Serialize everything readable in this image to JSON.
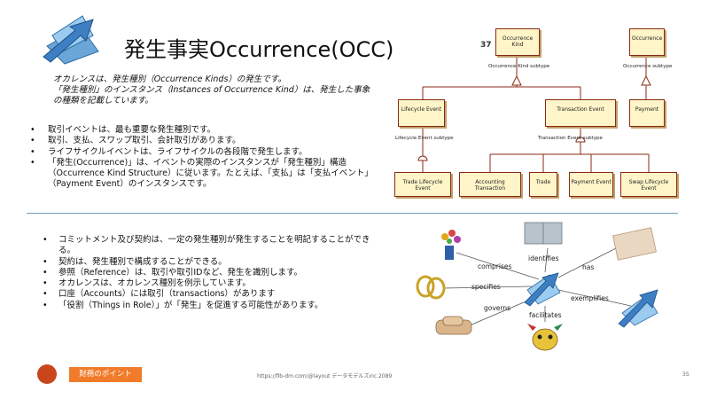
{
  "slide": {
    "title": "発生事実Occurrence(OCC)",
    "intro_line1": "オカレンスは、発生種別（Occurrence Kinds）の発生です。",
    "intro_line2": "「発生種別」のインスタンス（Instances of Occurrence Kind）は、発生した事象",
    "intro_line3": "の種類を記載しています。",
    "bullets_top": [
      "取引イベントは、最も重要な発生種別です。",
      "取引、支払、スワップ取引、会計取引があります。",
      "ライフサイクルイベントは、ライフサイクルの各段階で発生します。",
      "「発生(Occurrence)」は、イベントの実際のインスタンスが「発生種別」構造（Occurrence Kind Structure）に従います。たとえば、「支払」は「支払イベント」（Payment Event）のインスタンスです。"
    ],
    "bullets_bottom": [
      "コミットメント及び契約は、一定の発生種別が発生することを明記することができる。",
      "契約は、発生種別で構成することができる。",
      "参照（Reference）は、取引や取引IDなど、発生を識別します。",
      "オカレンスは、オカレンス種別を例示しています。",
      "口座（Accounts）には取引（transactions）があります",
      "「役割（Things in Role）」が「発生」を促進する可能性があります。"
    ]
  },
  "uml": {
    "marker": "37",
    "boxes": {
      "occurrence_kind": "Occurrence Kind",
      "occurrence": "Occurrence",
      "lifecycle_event": "Lifecycle Event",
      "transaction_event": "Transaction Event",
      "payment": "Payment",
      "trade_lifecycle_event": "Trade Lifecycle Event",
      "accounting_transaction": "Accounting Transaction",
      "trade": "Trade",
      "payment_event": "Payment Event",
      "swap_lifecycle_event": "Swap Lifecycle Event"
    },
    "labels": {
      "occ_kind_subtype": "Occurrence Kind subtype",
      "occ_subtype": "Occurrence subtype",
      "lifecycle_subtype": "Lifecycle Event subtype",
      "transaction_subtype": "Transaction Event subtype"
    }
  },
  "concept_map": {
    "labels": {
      "comprises": "comprises",
      "identifies": "identifies",
      "has": "has",
      "specifies": "specifies",
      "exemplifies": "exemplifies",
      "governs": "governs",
      "facilitates": "facilitates"
    }
  },
  "footer": {
    "badge": "財務のポイント",
    "url": "https://fib-dm.com/@layout データモデルズinc.2089",
    "page": "35"
  },
  "colors": {
    "uml_fill": "#fff5c8",
    "uml_border": "#8a2a16",
    "divider": "#6e9fb8",
    "badge": "#f07b2a"
  },
  "icons": [
    "envelope-arrow-icon",
    "book-icon",
    "rings-icon",
    "handshake-icon",
    "mask-icon",
    "flowers-icon",
    "document-icon"
  ]
}
